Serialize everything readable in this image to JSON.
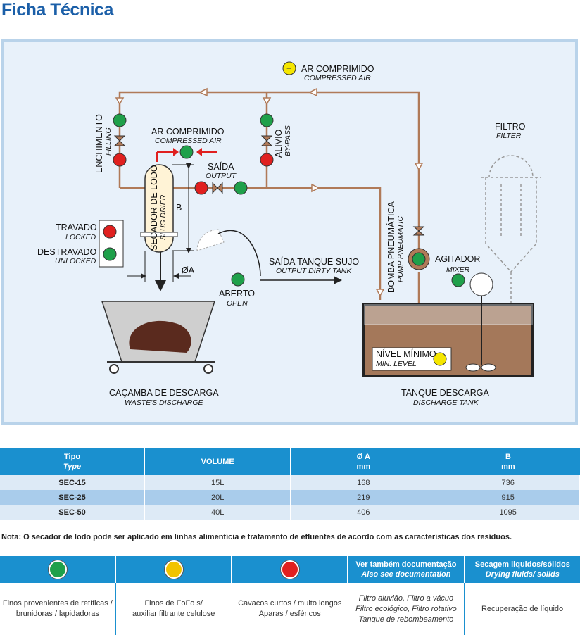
{
  "title": "Ficha Técnica",
  "diagram": {
    "ar_comprimido_top": "AR COMPRIMIDO",
    "compressed_air_top": "COMPRESSED AIR",
    "enchimento": "ENCHIMENTO",
    "filling": "FILLING",
    "ar_comprimido": "AR COMPRIMIDO",
    "compressed_air": "COMPRESSED AIR",
    "alivio": "ALIVIO",
    "bypass": "BY-PASS",
    "saida": "SAÍDA",
    "output": "OUTPUT",
    "secador": "SECADOR DE LODO",
    "slug_drier": "SLUG DRIER",
    "dim_b": "B",
    "dim_a": "ØA",
    "travado": "TRAVADO",
    "locked": "LOCKED",
    "destravado": "DESTRAVADO",
    "unlocked": "UNLOCKED",
    "saida_tanque": "SAÍDA TANQUE SUJO",
    "output_tank": "OUTPUT DIRTY TANK",
    "aberto": "ABERTO",
    "open": "OPEN",
    "bomba": "BOMBA PNEUMÁTICA",
    "pump": "PUMP PNEUMATIC",
    "agitador": "AGITADOR",
    "mixer": "MIXER",
    "filtro": "FILTRO",
    "filter": "FILTER",
    "nivel": "NÍVEL MÍNIMO",
    "min_level": "MIN. LEVEL",
    "cacamba": "CAÇAMBA DE DESCARGA",
    "wastes": "WASTE'S DISCHARGE",
    "tanque": "TANQUE DESCARGA",
    "discharge_tank": "DISCHARGE TANK"
  },
  "spec_table": {
    "headers": {
      "tipo": "Tipo",
      "type": "Type",
      "volume": "VOLUME",
      "a": "Ø A",
      "a_unit": "mm",
      "b": "B",
      "b_unit": "mm"
    },
    "rows": [
      {
        "type": "SEC-15",
        "volume": "15L",
        "a": "168",
        "b": "736"
      },
      {
        "type": "SEC-25",
        "volume": "20L",
        "a": "219",
        "b": "915"
      },
      {
        "type": "SEC-50",
        "volume": "40L",
        "a": "406",
        "b": "1095"
      }
    ]
  },
  "note": "Nota: O secador de lodo pode ser aplicado em linhas alimentícia e tratamento de efluentes de acordo com as características dos resíduos.",
  "residue_table": {
    "colors": {
      "green": "#1fa04a",
      "yellow": "#f2c300",
      "red": "#e0201f"
    },
    "h_doc": "Ver também documentação",
    "h_doc_en": "Also see documentation",
    "h_dry": "Secagem liquidos/sólidos",
    "h_dry_en": "Drying fluids/ solids",
    "green_1": "Finos provenientes de retíficas /",
    "green_2": "brunidoras / lapidadoras",
    "yellow_1": "Finos de FoFo s/",
    "yellow_2": "auxiliar filtrante celulose",
    "red_1": "Cavacos curtos / muito longos",
    "red_2": "Aparas / esféricos",
    "doc_1": "Filtro aluvião, Filtro a vácuo",
    "doc_2": "Filtro ecológico, Filtro rotativo",
    "doc_3": "Tanque de rebombeamento",
    "dry_1": "Recuperação de líquido"
  }
}
